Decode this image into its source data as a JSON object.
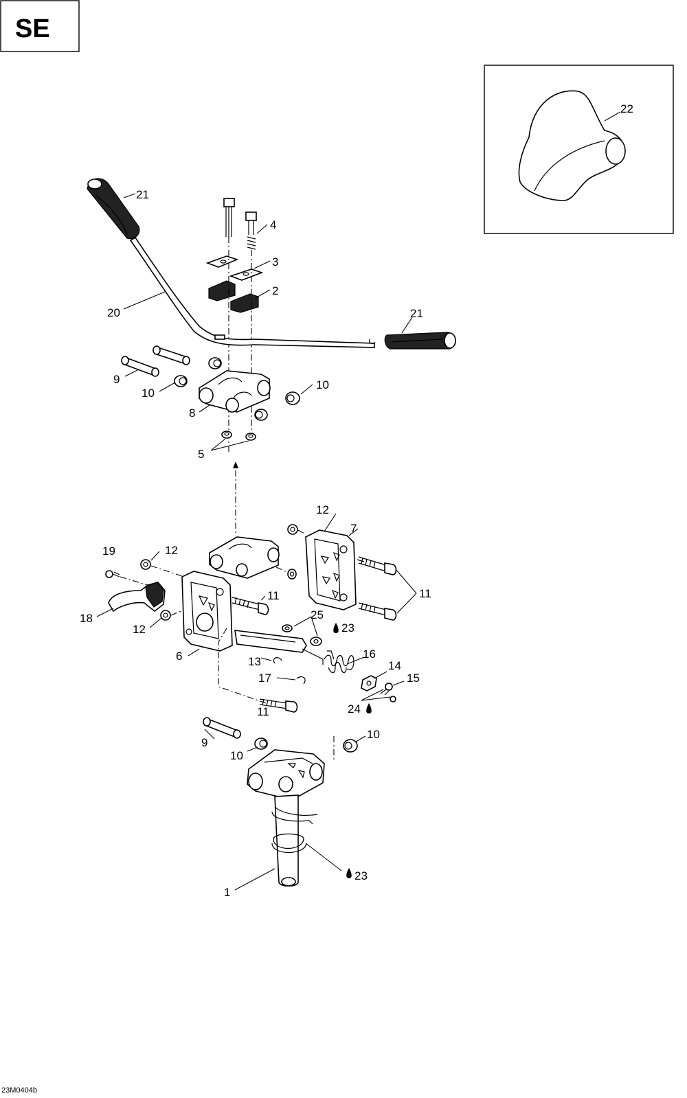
{
  "badge": "SE",
  "drawing_code": "23M0404b",
  "callouts": [
    {
      "id": "c1",
      "label": "1"
    },
    {
      "id": "c2",
      "label": "2"
    },
    {
      "id": "c3",
      "label": "3"
    },
    {
      "id": "c4",
      "label": "4"
    },
    {
      "id": "c5",
      "label": "5"
    },
    {
      "id": "c6",
      "label": "6"
    },
    {
      "id": "c7",
      "label": "7"
    },
    {
      "id": "c8",
      "label": "8"
    },
    {
      "id": "c9a",
      "label": "9"
    },
    {
      "id": "c9b",
      "label": "9"
    },
    {
      "id": "c10a",
      "label": "10"
    },
    {
      "id": "c10b",
      "label": "10"
    },
    {
      "id": "c10c",
      "label": "10"
    },
    {
      "id": "c10d",
      "label": "10"
    },
    {
      "id": "c11a",
      "label": "11"
    },
    {
      "id": "c11b",
      "label": "11"
    },
    {
      "id": "c11c",
      "label": "11"
    },
    {
      "id": "c12a",
      "label": "12"
    },
    {
      "id": "c12b",
      "label": "12"
    },
    {
      "id": "c12c",
      "label": "12"
    },
    {
      "id": "c13",
      "label": "13"
    },
    {
      "id": "c14",
      "label": "14"
    },
    {
      "id": "c15",
      "label": "15"
    },
    {
      "id": "c16",
      "label": "16"
    },
    {
      "id": "c17",
      "label": "17"
    },
    {
      "id": "c18",
      "label": "18"
    },
    {
      "id": "c19",
      "label": "19"
    },
    {
      "id": "c20",
      "label": "20"
    },
    {
      "id": "c21a",
      "label": "21"
    },
    {
      "id": "c21b",
      "label": "21"
    },
    {
      "id": "c22",
      "label": "22"
    },
    {
      "id": "c23a",
      "label": "23"
    },
    {
      "id": "c23b",
      "label": "23"
    },
    {
      "id": "c24",
      "label": "24"
    },
    {
      "id": "c25",
      "label": "25"
    }
  ]
}
